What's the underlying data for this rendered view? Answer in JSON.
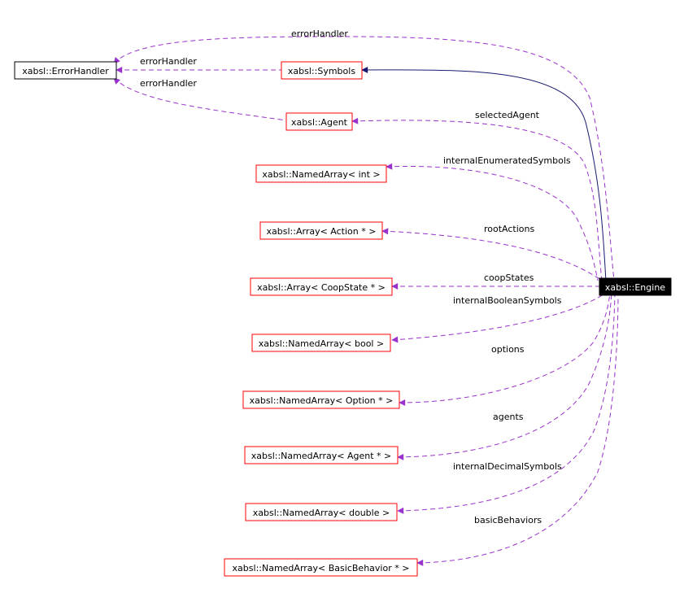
{
  "colors": {
    "member_edge": "#9a32cd",
    "inherit_edge": "#191970",
    "node_border_red": "#ff0000",
    "node_border_black": "#000000",
    "focus_fill": "#000000",
    "focus_text": "#ffffff"
  },
  "nodes": {
    "error_handler": "xabsl::ErrorHandler",
    "symbols": "xabsl::Symbols",
    "agent": "xabsl::Agent",
    "named_array_int": "xabsl::NamedArray< int >",
    "array_action": "xabsl::Array< Action * >",
    "array_coop_state": "xabsl::Array< CoopState * >",
    "named_array_bool": "xabsl::NamedArray< bool >",
    "named_array_option": "xabsl::NamedArray< Option * >",
    "named_array_agent": "xabsl::NamedArray< Agent * >",
    "named_array_double": "xabsl::NamedArray< double >",
    "named_array_basic_behavior": "xabsl::NamedArray< BasicBehavior * >",
    "engine": "xabsl::Engine"
  },
  "edge_labels": {
    "error_handler_top": "errorHandler",
    "error_handler_symbols": "errorHandler",
    "error_handler_agent": "errorHandler",
    "selected_agent": "selectedAgent",
    "internal_enumerated_symbols": "internalEnumeratedSymbols",
    "root_actions": "rootActions",
    "coop_states": "coopStates",
    "internal_boolean_symbols": "internalBooleanSymbols",
    "options": "options",
    "agents": "agents",
    "internal_decimal_symbols": "internalDecimalSymbols",
    "basic_behaviors": "basicBehaviors"
  }
}
